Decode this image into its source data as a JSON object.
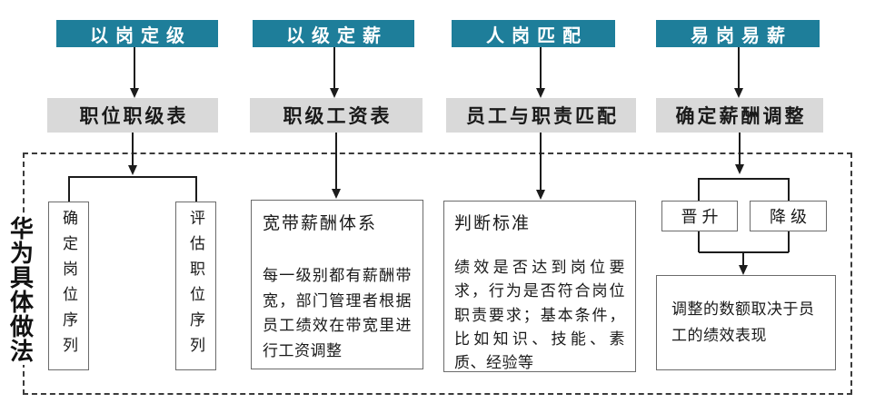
{
  "diagram": {
    "type": "flowchart",
    "side_label": "华为具体做法",
    "colors": {
      "header_bg": "#1e7e9a",
      "header_text": "#ffffff",
      "sub_bg": "#d9d9d9",
      "line": "#1c1c1c",
      "frame_dash": "#3b3b3b"
    },
    "columns": [
      {
        "header": "以岗定级",
        "sub": "职位职级表",
        "branches": [
          "确定岗位序列",
          "评估职位序列"
        ]
      },
      {
        "header": "以级定薪",
        "sub": "职级工资表",
        "box_title": "宽带薪酬体系",
        "box_body": "每一级别都有薪酬带宽，部门管理者根据员工绩效在带宽里进行工资调整"
      },
      {
        "header": "人岗匹配",
        "sub": "员工与职责匹配",
        "box_title": "判断标准",
        "box_body": "绩效是否达到岗位要求，行为是否符合岗位职责要求；基本条件，比如知识、技能、素质、经验等"
      },
      {
        "header": "易岗易薪",
        "sub": "确定薪酬调整",
        "options": [
          "晋升",
          "降级"
        ],
        "result": "调整的数额取决于员工的绩效表现"
      }
    ]
  }
}
